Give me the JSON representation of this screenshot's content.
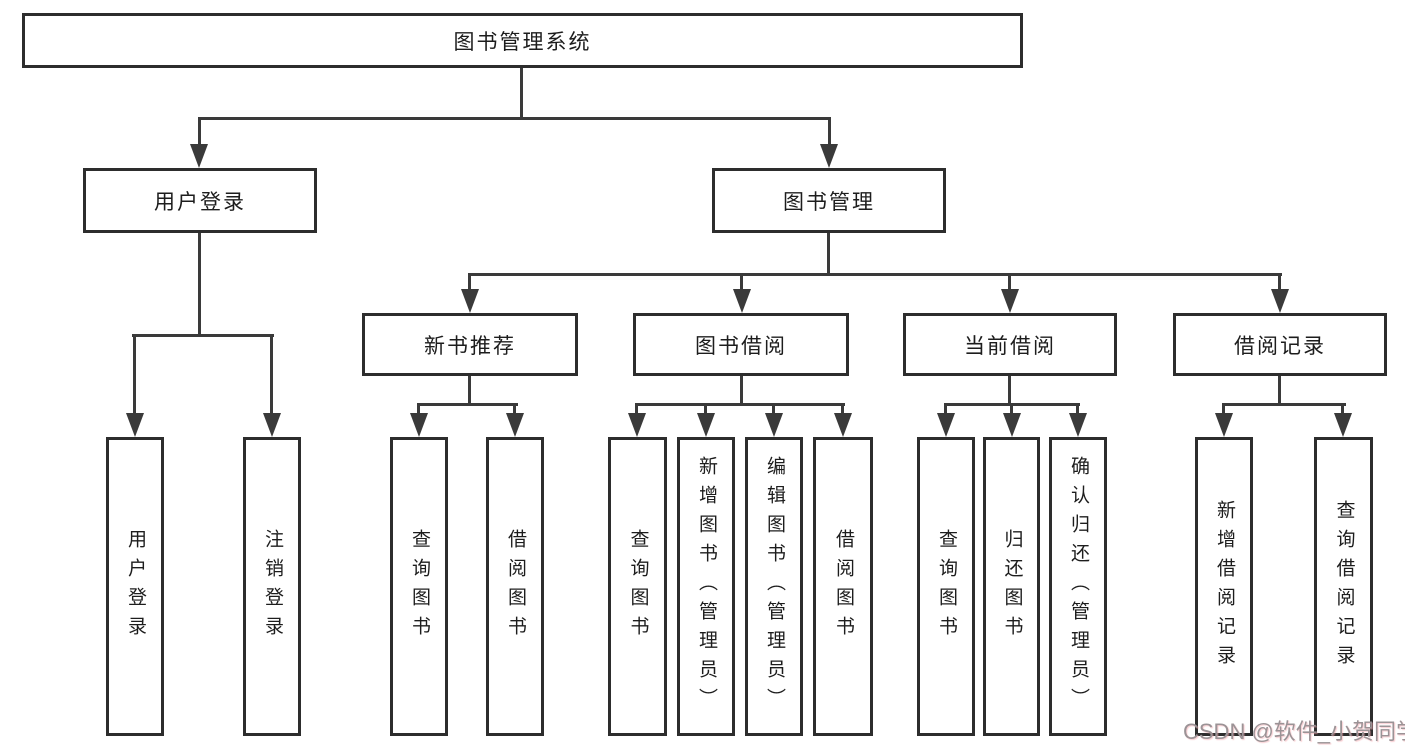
{
  "diagram": {
    "type": "hierarchy-tree",
    "colors": {
      "background": "#ffffff",
      "box_border": "#2d2d2d",
      "line": "#3a3a3a",
      "text": "#1d1d1d",
      "watermark": "#9b9396"
    },
    "nodes": {
      "root": {
        "label": "图书管理系统"
      },
      "user_login": {
        "label": "用户登录"
      },
      "book_mgmt": {
        "label": "图书管理"
      },
      "new_book_rec": {
        "label": "新书推荐"
      },
      "book_borrow": {
        "label": "图书借阅"
      },
      "current_borrow": {
        "label": "当前借阅"
      },
      "borrow_records": {
        "label": "借阅记录"
      },
      "login": {
        "label": "用户登录"
      },
      "logout": {
        "label": "注销登录"
      },
      "rec_query_book": {
        "label": "查询图书"
      },
      "rec_borrow_book": {
        "label": "借阅图书"
      },
      "bb_query_book": {
        "label": "查询图书"
      },
      "bb_add_book": {
        "label": "新增图书（管理员）"
      },
      "bb_edit_book": {
        "label": "编辑图书（管理员）"
      },
      "bb_borrow_book": {
        "label": "借阅图书"
      },
      "cb_query_book": {
        "label": "查询图书"
      },
      "cb_return_book": {
        "label": "归还图书"
      },
      "cb_confirm_return": {
        "label": "确认归还（管理员）"
      },
      "br_add_record": {
        "label": "新增借阅记录"
      },
      "br_query_record": {
        "label": "查询借阅记录"
      }
    },
    "hierarchy": {
      "图书管理系统": {
        "用户登录": [
          "用户登录",
          "注销登录"
        ],
        "图书管理": {
          "新书推荐": [
            "查询图书",
            "借阅图书"
          ],
          "图书借阅": [
            "查询图书",
            "新增图书（管理员）",
            "编辑图书（管理员）",
            "借阅图书"
          ],
          "当前借阅": [
            "查询图书",
            "归还图书",
            "确认归还（管理员）"
          ],
          "借阅记录": [
            "新增借阅记录",
            "查询借阅记录"
          ]
        }
      }
    },
    "watermark": "CSDN @软件_小贺同学"
  }
}
